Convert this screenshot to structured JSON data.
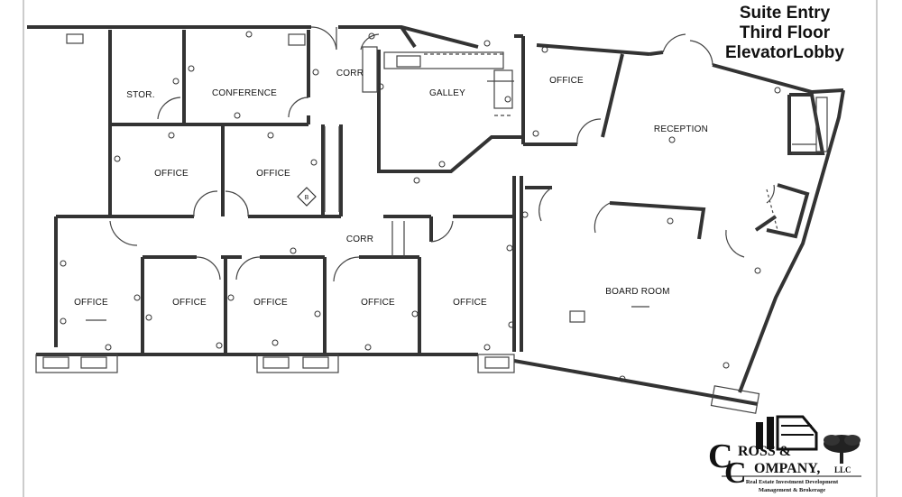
{
  "title": {
    "line1": "Suite Entry",
    "line2": "Third Floor",
    "line3": "ElevatorLobby"
  },
  "rooms": {
    "stor": "STOR.",
    "conference": "CONFERENCE",
    "corr_top": "CORR",
    "galley": "GALLEY",
    "office_top_right": "OFFICE",
    "reception": "RECEPTION",
    "office_mid_left": "OFFICE",
    "office_mid_center": "OFFICE",
    "corr_mid": "CORR",
    "board_room": "BOARD ROOM",
    "office_bottom_1": "OFFICE",
    "office_bottom_2": "OFFICE",
    "office_bottom_3": "OFFICE",
    "office_bottom_4": "OFFICE",
    "office_bottom_5": "OFFICE"
  },
  "logo": {
    "name_line1": "ROSS &",
    "name_line2": "OMPANY,",
    "big_c1": "C",
    "big_c2": "C",
    "suffix": "LLC",
    "tagline1": "Real Estate   Investment   Development",
    "tagline2": "Management   &   Brokerage"
  }
}
